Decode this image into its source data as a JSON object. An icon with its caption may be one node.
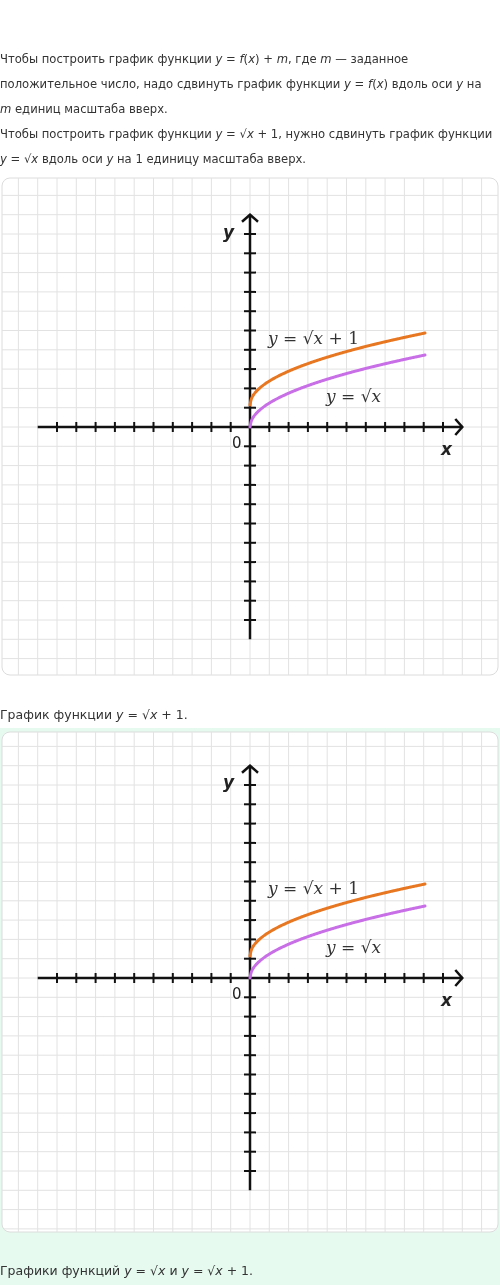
{
  "diagram": {
    "labels": [
      "Чтобы построить график функции *y* = *f*(*x*) + *m*, где *m* — заданное положительное число, надо сдвинуть график функции *y* = *f*(*x*) вдоль оси *y* на *m* единиц масштаба вверх.",
      "Чтобы построить график функции *y* = √*x* + 1, нужно сдвинуть график функции *y* = √*x* вдоль оси *y* на 1 единицу масштаба вверх.",
      "y",
      "*y* = √*x* + 1",
      "*y* = √*x*",
      "0",
      "x",
      "График функции *y* = √*x* + 1.",
      "y",
      "*y* = √*x* + 1",
      "*y* = √*x*",
      "0",
      "x",
      "Графики функций *y* = √*x* и *y* = √*x* + 1."
    ]
  }
}
